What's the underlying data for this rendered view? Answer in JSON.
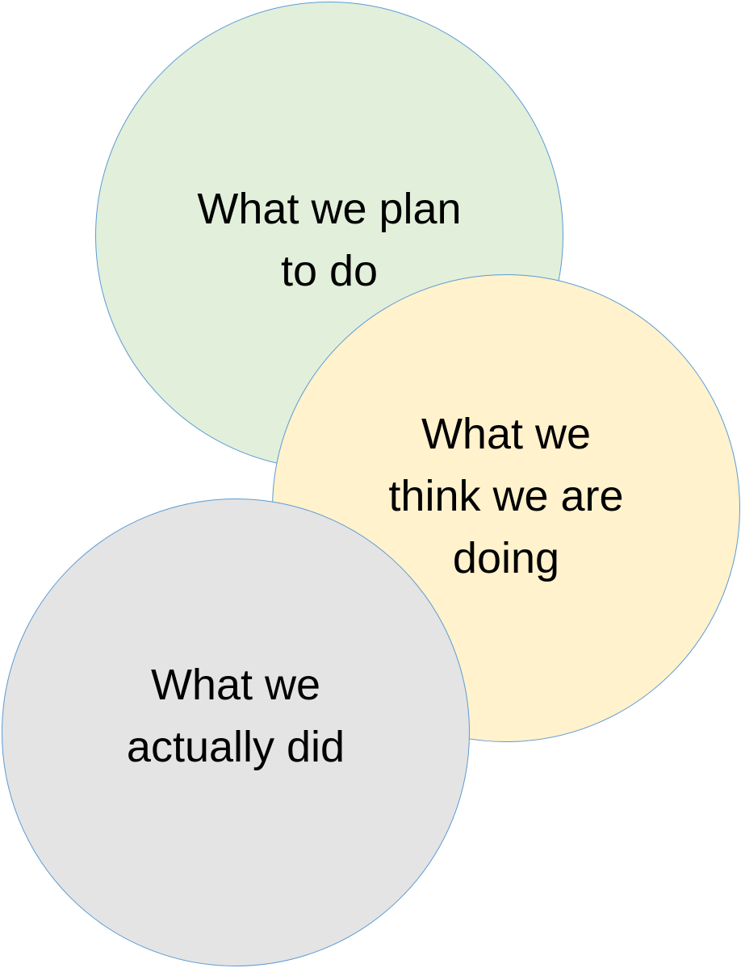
{
  "circles": [
    {
      "label": "What we plan\nto do",
      "fill": "#e2efda"
    },
    {
      "label": "What we\nthink we are\ndoing",
      "fill": "#fff2cc"
    },
    {
      "label": "What we\nactually did",
      "fill": "#e4e4e4"
    }
  ],
  "colors": {
    "outline": "#5b9bd5",
    "text": "#000000"
  }
}
